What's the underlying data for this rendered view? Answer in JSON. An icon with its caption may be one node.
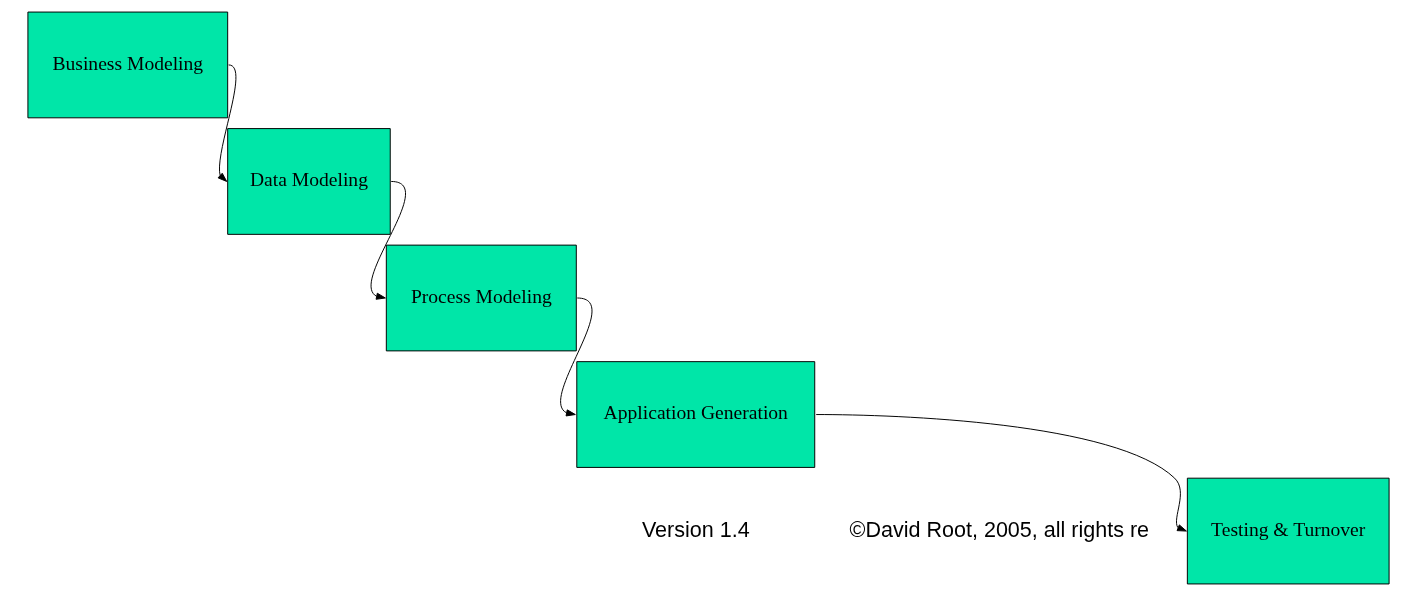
{
  "diagram": {
    "nodes": [
      {
        "text": [
          "Business Modeling"
        ]
      },
      {
        "text": [
          "Data Modeling"
        ]
      },
      {
        "text": [
          "Process Modeling"
        ]
      },
      {
        "text": [
          "Application Generation"
        ]
      },
      {
        "text": [
          "Testing & Turnover"
        ]
      }
    ],
    "edges": [
      {
        "from": 0,
        "to": 1,
        "arrow": "to"
      },
      {
        "from": 1,
        "to": 2,
        "arrow": "to"
      },
      {
        "from": 2,
        "to": 3,
        "arrow": "to"
      },
      {
        "from": 3,
        "to": 4,
        "arrow": "to"
      }
    ],
    "labels": [
      "Version 1.4",
      "©David Root, 2005, all rights re"
    ]
  }
}
